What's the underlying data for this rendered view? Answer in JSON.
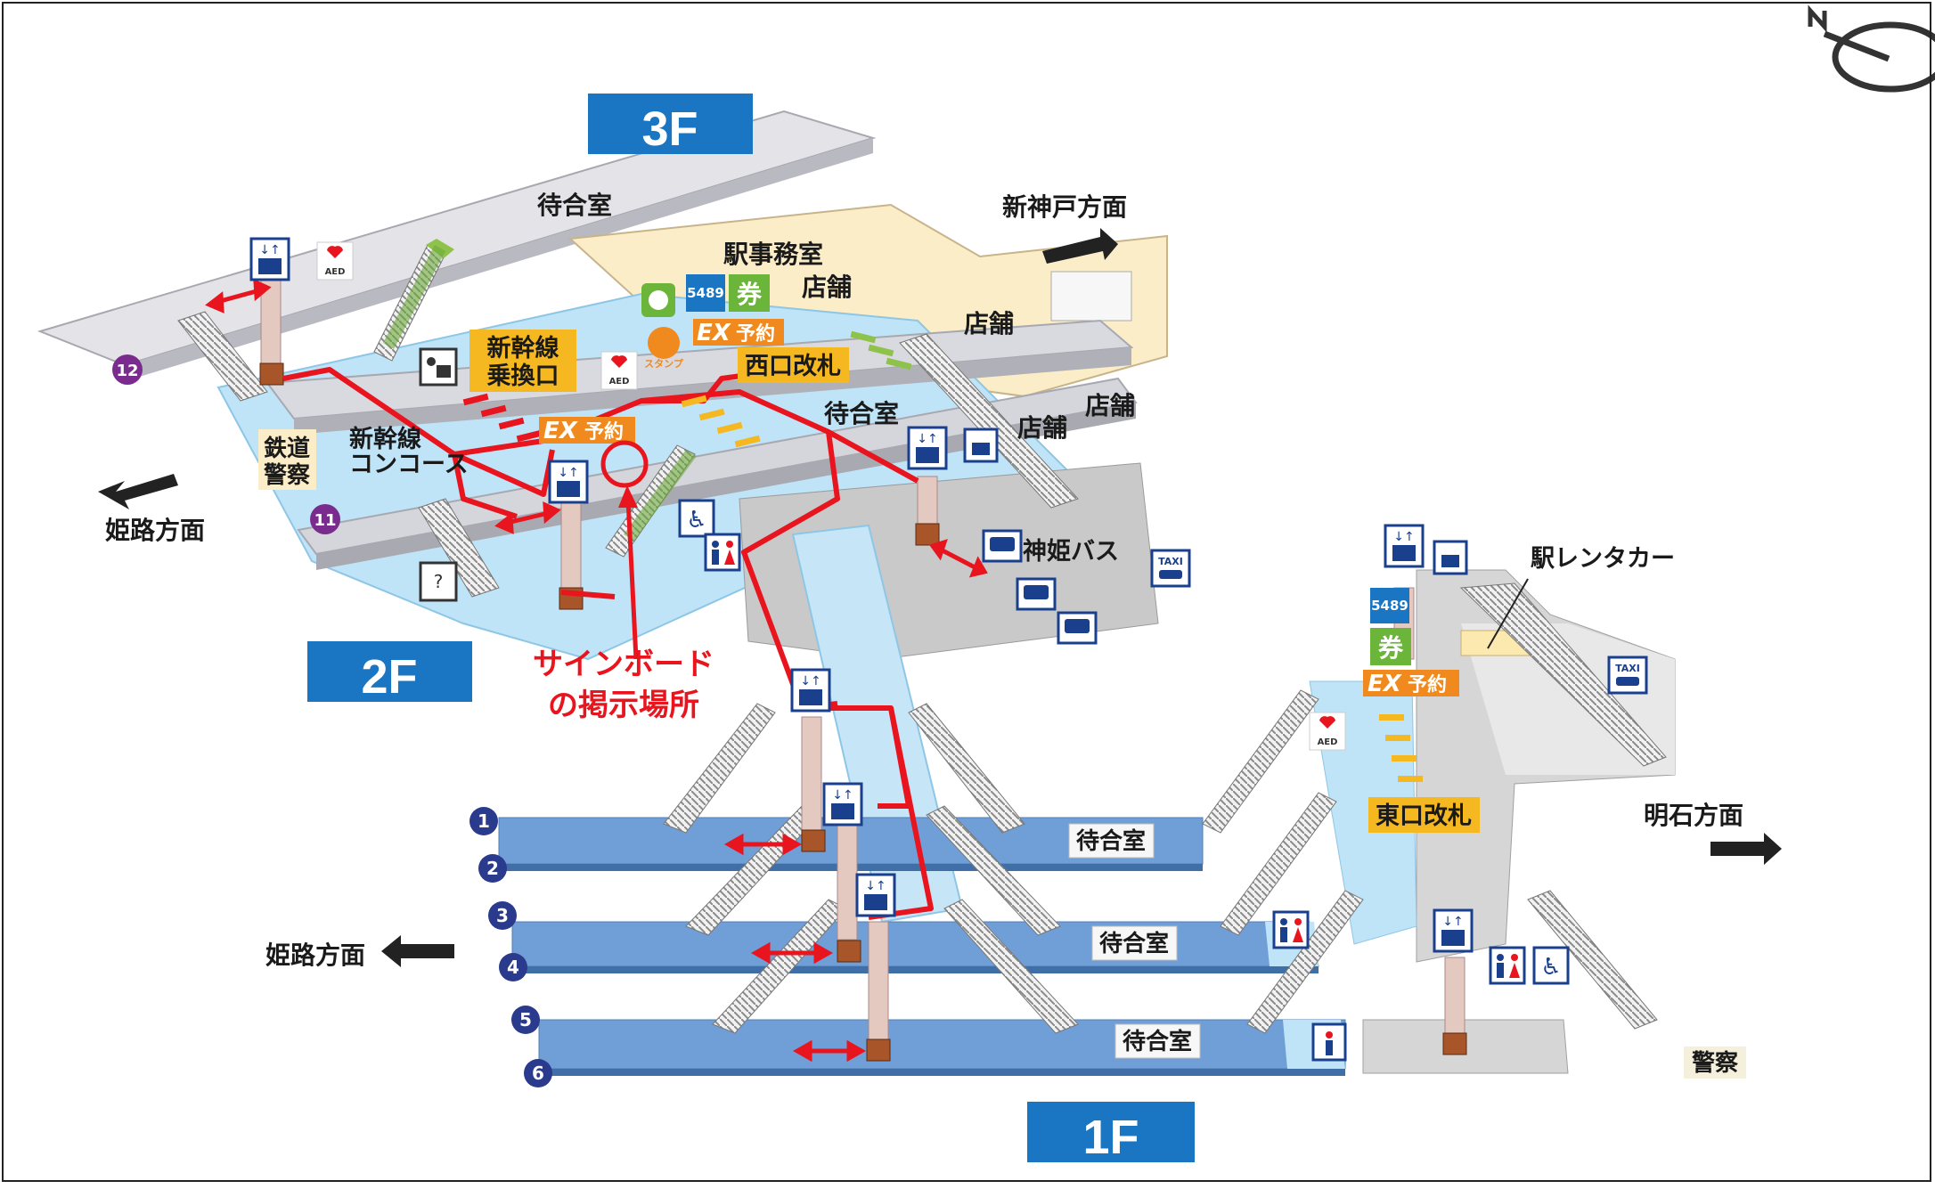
{
  "floors": {
    "f3": "3F",
    "f2": "2F",
    "f1": "1F"
  },
  "labels": {
    "waiting_room": "待合室",
    "station_office": "駅事務室",
    "shop": "店舗",
    "shinkansen_transfer": [
      "新幹線",
      "乗換口"
    ],
    "west_gate": "西口改札",
    "east_gate": "東口改札",
    "shinkansen_concourse": [
      "新幹線",
      "コンコース"
    ],
    "railway_police": [
      "鉄道",
      "警察"
    ],
    "police": "警察",
    "shinki_bus": "神姫バス",
    "rent_a_car": "駅レンタカー",
    "ticket": "券",
    "ex_reserve_ex": "EX",
    "ex_reserve_yoyaku": "予約",
    "service_5489": "5489",
    "stamp": "スタンプ",
    "aed": "AED",
    "taxi": "TAXI"
  },
  "directions": {
    "shinkobe": "新神戸方面",
    "himeji": "姫路方面",
    "akashi": "明石方面"
  },
  "platforms": [
    "1",
    "2",
    "3",
    "4",
    "5",
    "6"
  ],
  "lines": {
    "l11": "11",
    "l12": "12"
  },
  "callout": [
    "サインボード",
    "の掲示場所"
  ],
  "colors": {
    "floor_badge": "#1a75c2",
    "route": "#e8141e",
    "platform": "#6f9fd6",
    "concourse": "#bfe3f7",
    "shop_area": "#fbedc8",
    "gray_floor": "#cfcfcf",
    "gate_label": "#f5b820",
    "line_badge": "#7a2c8e",
    "platform_badge": "#2a3a8c",
    "ticket": "#6bb53b",
    "ex": "#f08a1e"
  }
}
